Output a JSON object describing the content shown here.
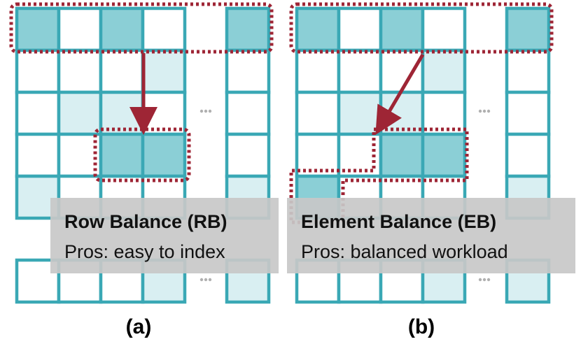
{
  "colors": {
    "grid_stroke": "#3aa8b5",
    "cell_dark": "#8bcfd6",
    "cell_light": "#d9eff2",
    "cell_empty": "#ffffff",
    "selection": "#9e2535",
    "overlay": "#c8c8c8"
  },
  "panels": [
    {
      "caption": "(a)",
      "title": "Row Balance (RB)",
      "subtitle": "Pros: easy to index"
    },
    {
      "caption": "(b)",
      "title": "Element Balance (EB)",
      "subtitle": "Pros: balanced workload"
    }
  ],
  "ellipsis": "..."
}
